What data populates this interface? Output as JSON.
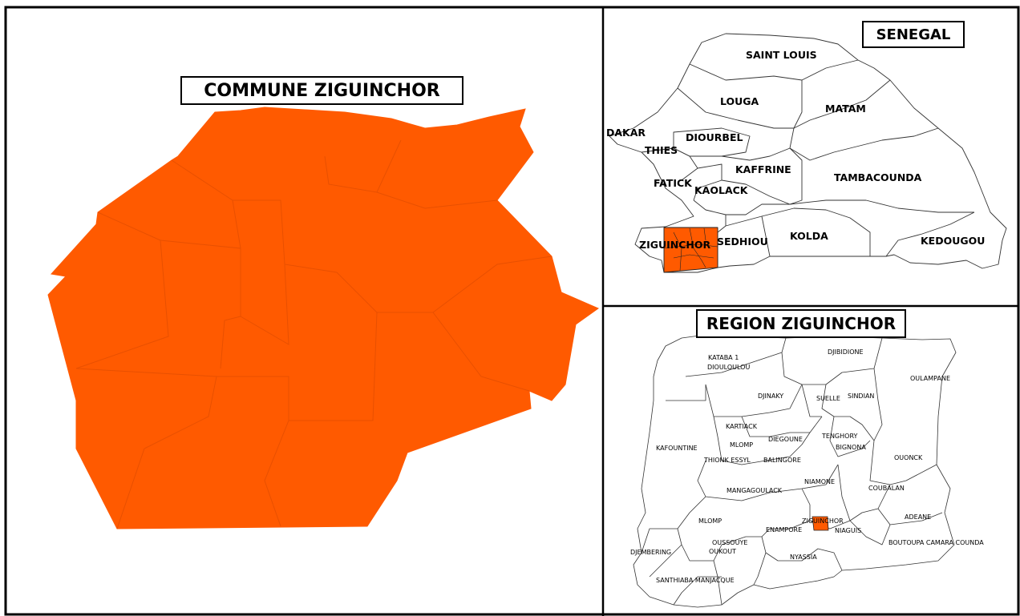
{
  "titles": {
    "commune": "COMMUNE ZIGUINCHOR",
    "senegal": "SENEGAL",
    "region": "REGION ZIGUINCHOR"
  },
  "colors": {
    "highlight": "#FF5A00",
    "border": "#000000",
    "boundary": "#333333",
    "background": "#FFFFFF"
  },
  "senegal_regions": [
    "SAINT LOUIS",
    "LOUGA",
    "MATAM",
    "DAKAR",
    "DIOURBEL",
    "THIES",
    "KAFFRINE",
    "TAMBACOUNDA",
    "FATICK",
    "KAOLACK",
    "ZIGUINCHOR",
    "SEDHIOU",
    "KOLDA",
    "KEDOUGOU"
  ],
  "region_communes": [
    "KATABA 1",
    "DJIBIDIONE",
    "DIOULOULOU",
    "OULAMPANE",
    "DJINAKY",
    "SUELLE",
    "SINDIAN",
    "KARTIACK",
    "TENGHORY",
    "MLOMP",
    "DIEGOUNE",
    "BIGNONA",
    "KAFOUNTINE",
    "THIONK ESSYL",
    "BALINGORE",
    "OUONCK",
    "NIAMONE",
    "MANGAGOULACK",
    "COUBALAN",
    "ADEANE",
    "ZIGUINCHOR",
    "MLOMP",
    "ENAMPORE",
    "NIAGUIS",
    "OUSSOUYE",
    "OUKOUT",
    "BOUTOUPA CAMARA COUNDA",
    "DJEMBERING",
    "NYASSIA",
    "SANTHIABA MANJACQUE"
  ]
}
